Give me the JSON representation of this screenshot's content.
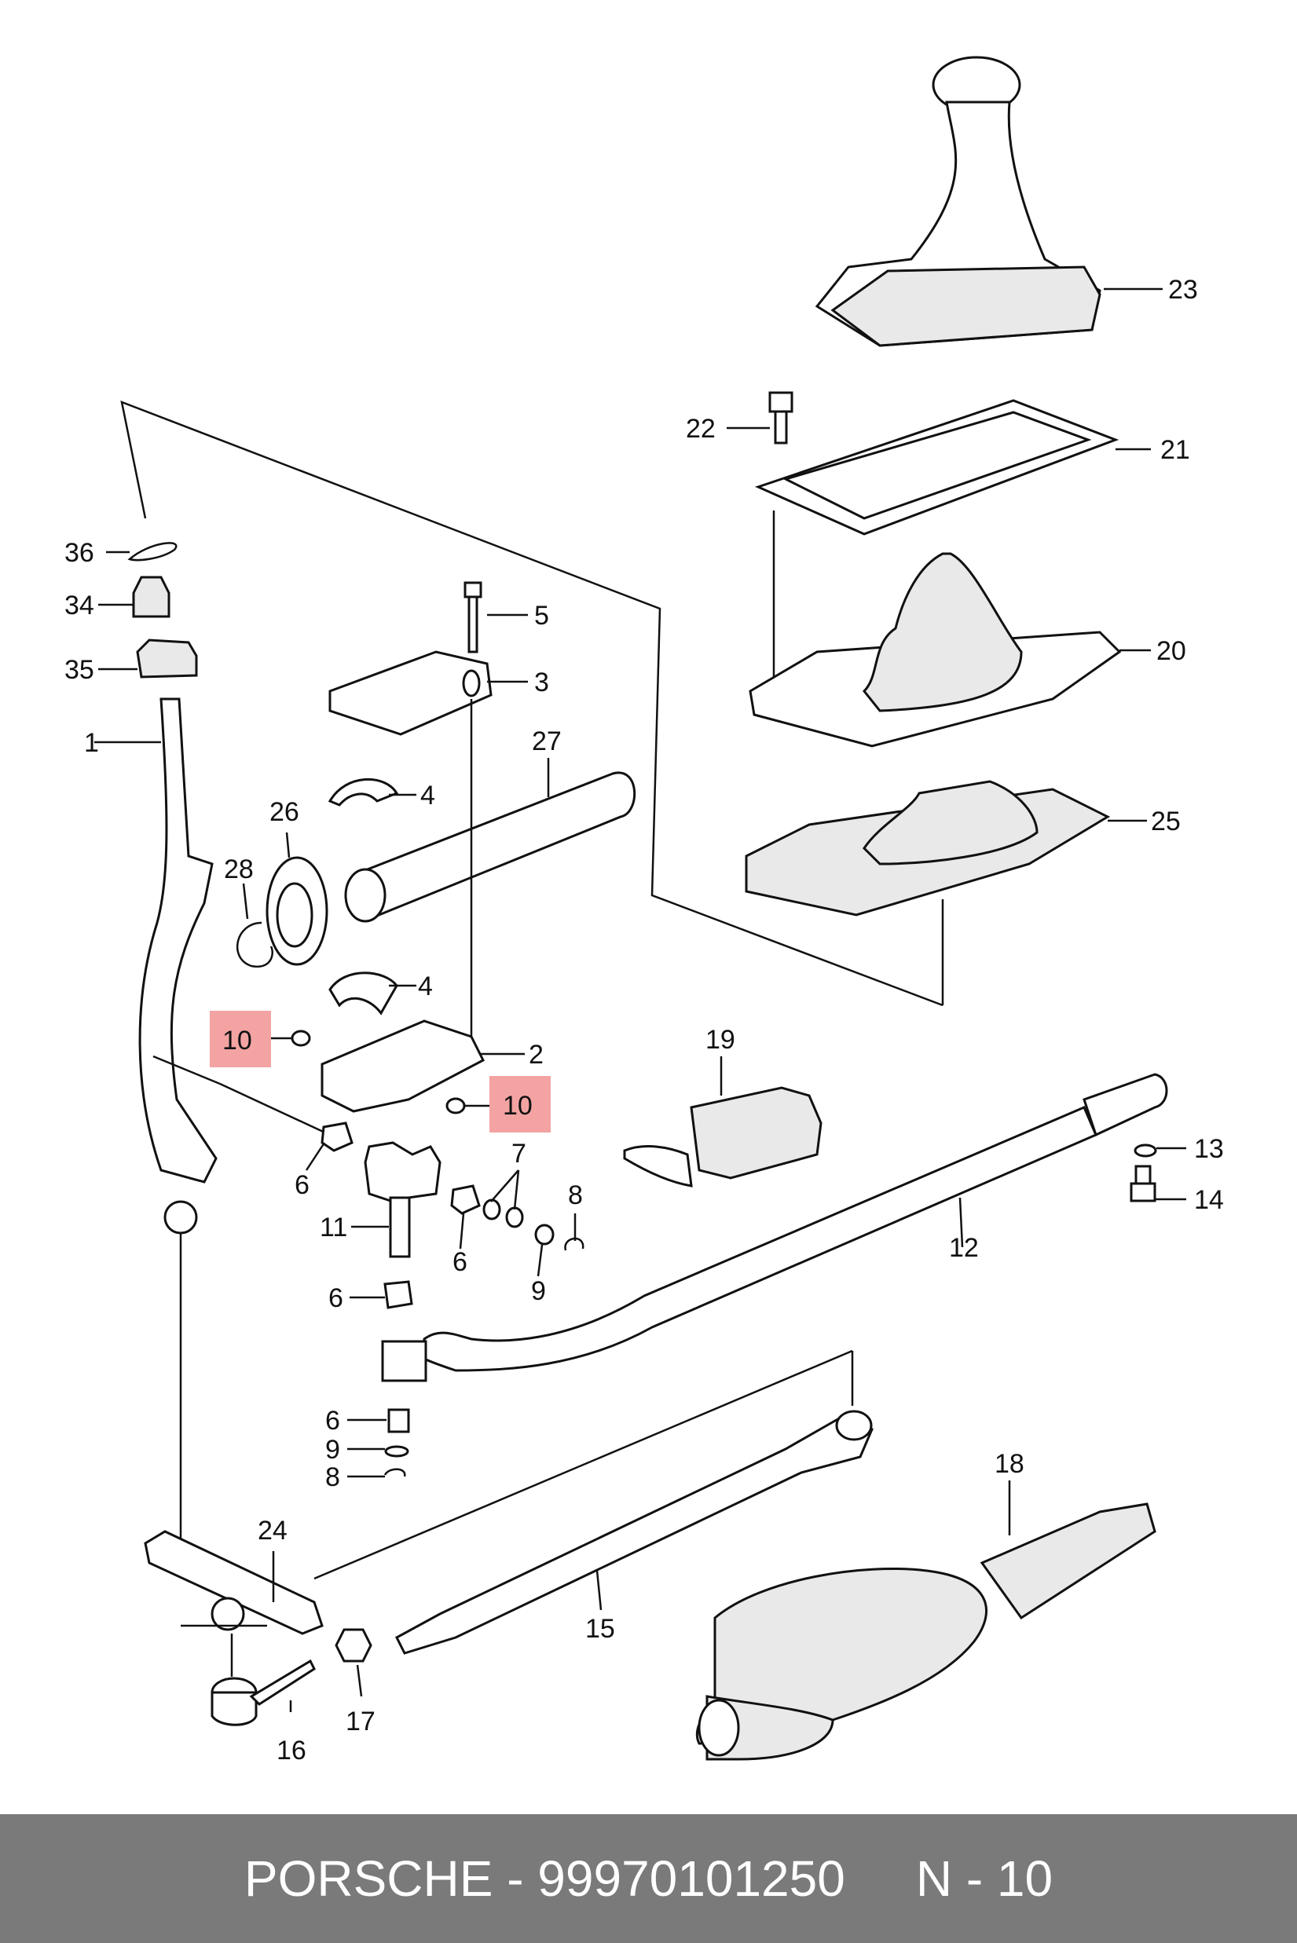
{
  "labels": [
    "36",
    "34",
    "35",
    "1",
    "28",
    "26",
    "27",
    "5",
    "3",
    "4",
    "4",
    "10",
    "2",
    "10",
    "6",
    "11",
    "6",
    "7",
    "8",
    "9",
    "6",
    "6",
    "9",
    "8",
    "24",
    "15",
    "16",
    "17",
    "18",
    "19",
    "12",
    "13",
    "14",
    "20",
    "21",
    "22",
    "23",
    "25"
  ],
  "highlight": {
    "color": "#f4a3a3",
    "labels": [
      "10"
    ]
  },
  "footer": {
    "brand": "PORSCHE - 99970101250",
    "ref": "N - 10",
    "background": "#7a7a7a"
  }
}
